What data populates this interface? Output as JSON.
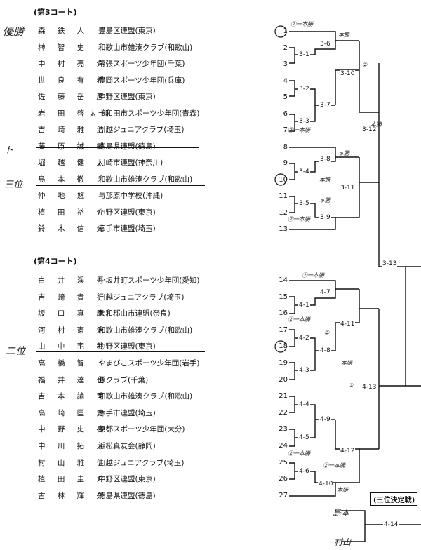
{
  "court3": {
    "title": "(第3コート)",
    "rank_notes": [
      "優勝",
      "三位"
    ],
    "players": [
      {
        "name": "森 鉄 人",
        "club": "豊島区連盟(東京)"
      },
      {
        "name": "榊 智 史",
        "club": "和歌山市雄湊クラブ(和歌山)"
      },
      {
        "name": "中 村 亮 介",
        "club": "幕張スポーツ少年団(千葉)"
      },
      {
        "name": "世 良 有 希",
        "club": "豊岡スポーツ少年団(兵庫)"
      },
      {
        "name": "佐 藤 岳 彦",
        "club": "中野区連盟(東京)"
      },
      {
        "name": "岩 田 啓太郎",
        "club": "十和田市スポーツ少年団(青森)"
      },
      {
        "name": "吉 崎 雅 浩",
        "club": "川越ジュニアクラブ(埼玉)"
      },
      {
        "name": "藤 原 誠 敏",
        "club": "徳島県連盟(徳島)"
      },
      {
        "name": "堀 越 健 太",
        "club": "川崎市連盟(神奈川)"
      },
      {
        "name": "島 本 徹",
        "club": "和歌山市雄湊クラブ(和歌山)"
      },
      {
        "name": "仲 地 悠",
        "club": "与那原中学校(沖縄)"
      },
      {
        "name": "植 田 裕 介",
        "club": "中野区連盟(東京)"
      },
      {
        "name": "鈴 木 信 光",
        "club": "幸手市連盟(埼玉)"
      }
    ],
    "numbers": [
      "1",
      "2",
      "3",
      "4",
      "5",
      "6",
      "7",
      "8",
      "9",
      "10",
      "11",
      "12",
      "13"
    ],
    "matches": [
      "3-1",
      "3-2",
      "3-3",
      "3-4",
      "3-5",
      "3-6",
      "3-7",
      "3-8",
      "3-9",
      "3-10",
      "3-11",
      "3-12",
      "3-13"
    ]
  },
  "court4": {
    "title": "(第4コート)",
    "rank_notes": [
      "二位"
    ],
    "players": [
      {
        "name": "白 井 渓 吾",
        "club": "小坂井町スポーツ少年団(愛知)"
      },
      {
        "name": "吉 崎 貴 行",
        "club": "川越ジュニアクラブ(埼玉)"
      },
      {
        "name": "坂 口 真 康",
        "club": "大和郡山市連盟(奈良)"
      },
      {
        "name": "河 村 憲 治",
        "club": "和歌山市雄湊クラブ(和歌山)"
      },
      {
        "name": "山 中 宅 裁",
        "club": "中野区連盟(東京)"
      },
      {
        "name": "高 橋 智",
        "club": "やまびこスポーツ少年団(岩手)"
      },
      {
        "name": "福 井 達 也",
        "club": "源クラブ(千葉)"
      },
      {
        "name": "吉 本 諭 司",
        "club": "和歌山市雄湊クラブ(和歌山)"
      },
      {
        "name": "高 崎 匡 史",
        "club": "幸手市連盟(埼玉)"
      },
      {
        "name": "中 野 史 裕",
        "club": "東都スポーツ少年団(大分)"
      },
      {
        "name": "中 川 拓 人",
        "club": "浜松真友会(静岡)"
      },
      {
        "name": "村 山 雅 佳",
        "club": "川越ジュニアクラブ(埼玉)"
      },
      {
        "name": "植 田 圭 介",
        "club": "中野区連盟(東京)"
      },
      {
        "name": "古 林 輝 久",
        "club": "徳島県連盟(徳島)"
      }
    ],
    "numbers": [
      "14",
      "15",
      "16",
      "17",
      "18",
      "19",
      "20",
      "21",
      "22",
      "23",
      "24",
      "25",
      "26",
      "27"
    ],
    "matches": [
      "4-1",
      "4-2",
      "4-3",
      "4-4",
      "4-5",
      "4-6",
      "4-7",
      "4-8",
      "4-9",
      "4-10",
      "4-11",
      "4-12",
      "4-13",
      "4-14"
    ]
  },
  "third_place": {
    "label": "(三位決定戦)"
  },
  "handwritten": {
    "win_ippon": "②一本勝",
    "win_short": "本勝",
    "mark_3": "③",
    "mark_2": "②",
    "bottom_left_1": "島本",
    "bottom_left_2": "村山"
  }
}
